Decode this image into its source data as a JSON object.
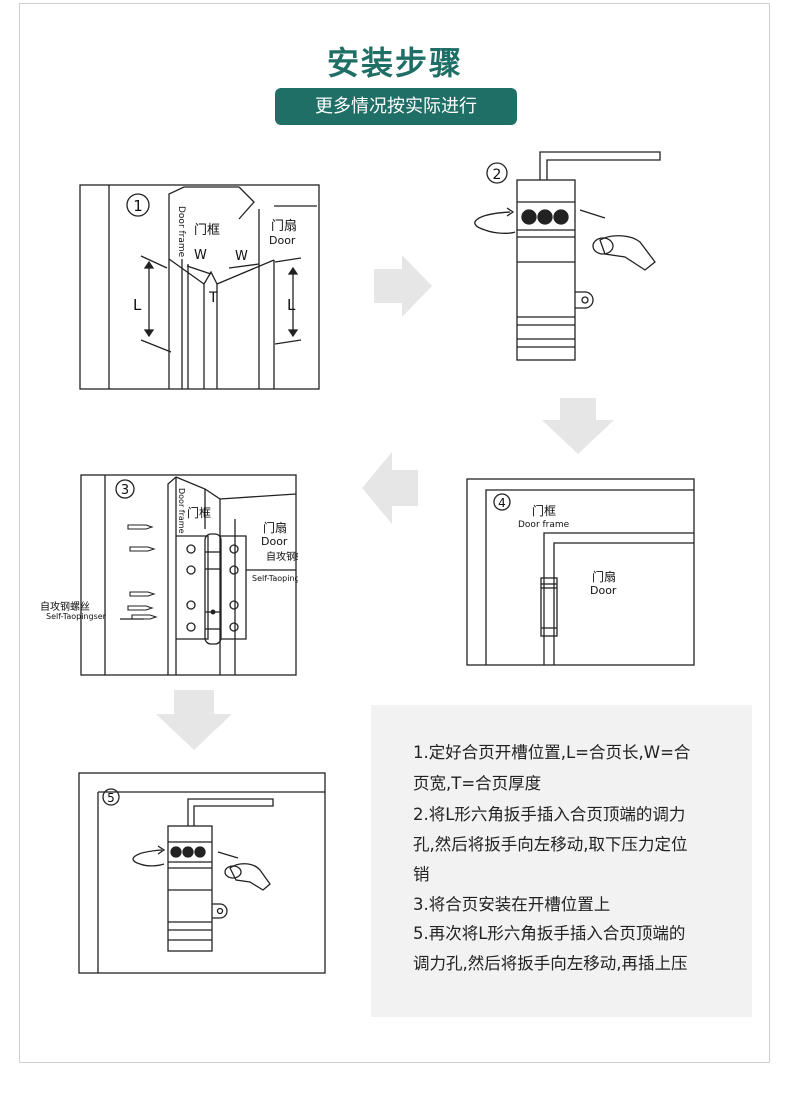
{
  "header": {
    "title": "安装步骤",
    "subtitle": "更多情况按实际进行"
  },
  "steps": {
    "s1": {
      "num": "1",
      "door_frame_cn": "门框",
      "door_frame_en": "Door frame",
      "door_cn": "门扇",
      "door_en": "Door",
      "w1": "W",
      "w2": "W",
      "t": "T",
      "l1": "L",
      "l2": "L"
    },
    "s2": {
      "num": "2"
    },
    "s3": {
      "num": "3",
      "door_frame_en": "Door frame",
      "door_frame_cn": "门框",
      "door_cn": "门扇",
      "door_en": "Door",
      "screw_cn_right": "自攻钢螺丝",
      "screw_en_right": "Self-Taopingser",
      "screw_cn_left": "自攻钢螺丝",
      "screw_en_left": "Self-Taopingser"
    },
    "s4": {
      "num": "4",
      "door_frame_cn": "门框",
      "door_frame_en": "Door frame",
      "door_cn": "门扇",
      "door_en": "Door"
    },
    "s5": {
      "num": "5"
    }
  },
  "notes": {
    "l1": "1.定好合页开槽位置,L=合页长,W=合",
    "l2": "页宽,T=合页厚度",
    "l3": "2.将L形六角扳手插入合页顶端的调力",
    "l4": "孔,然后将扳手向左移动,取下压力定位",
    "l5": "销",
    "l6": "3.将合页安装在开槽位置上",
    "l7": "5.再次将L形六角扳手插入合页顶端的",
    "l8": "调力孔,然后将扳手向左移动,再插上压"
  },
  "colors": {
    "brand": "#1f6f66",
    "arrow": "#e6e6e6",
    "note_bg": "#f2f2f2"
  }
}
